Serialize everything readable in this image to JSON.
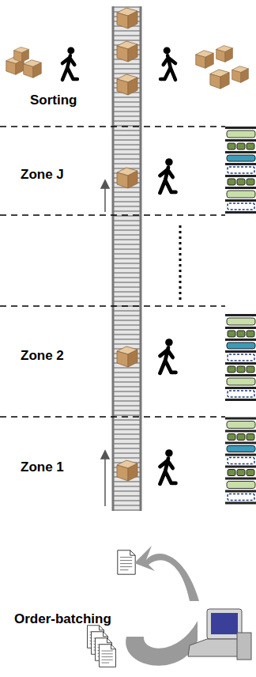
{
  "diagram": {
    "nodes": [
      {
        "text": [
          "Sorting"
        ]
      },
      {
        "text": [
          "Zone J"
        ]
      },
      {
        "text": [
          "Zone 2"
        ]
      },
      {
        "text": [
          "Zone 1"
        ]
      }
    ],
    "labels": [
      "Order-batching"
    ]
  }
}
